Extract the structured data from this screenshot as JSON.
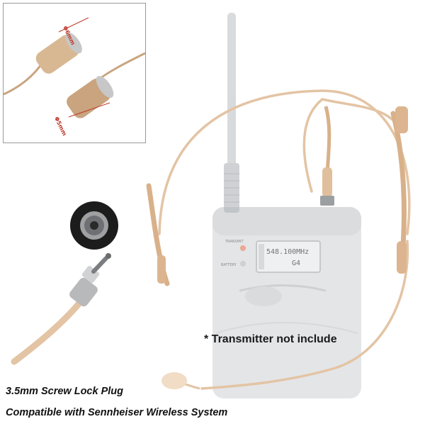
{
  "inset": {
    "dim_top": "Φ6mm",
    "dim_bottom": "Φ5mm"
  },
  "transmitter": {
    "display_freq": "548.100MHz",
    "display_group": "G4",
    "label_top": "TRANSMIT",
    "label_bottom": "BATTERY"
  },
  "note": "* Transmitter not include",
  "captions": {
    "line1": "3.5mm Screw Lock Plug",
    "line2": "Compatible with Sennheiser Wireless System"
  },
  "colors": {
    "skin": "#e3c4a4",
    "skin_dark": "#c9a47f",
    "transmitter": "#c9cccf",
    "transmitter_dark": "#a9adb1"
  }
}
